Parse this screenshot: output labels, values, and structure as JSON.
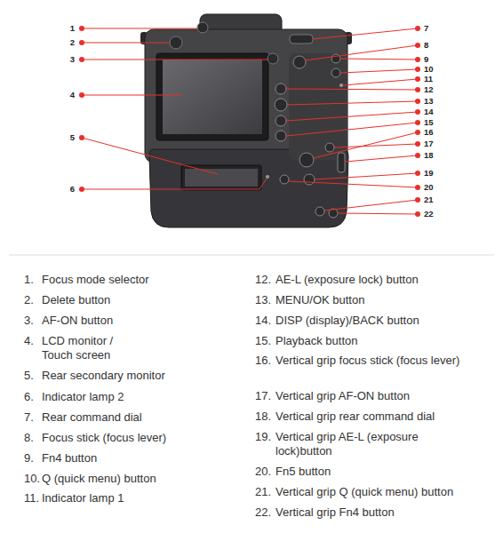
{
  "diagram": {
    "labels": [
      "1",
      "2",
      "3",
      "4",
      "5",
      "6",
      "7",
      "8",
      "9",
      "10",
      "11",
      "12",
      "13",
      "14",
      "15",
      "16",
      "17",
      "18",
      "19",
      "20",
      "21",
      "22",
      "1.",
      "Focus mode selector",
      "2.",
      "Delete button",
      "3.",
      "AF-ON button",
      "4.",
      "LCD monitor / Touch screen",
      "5.",
      "Rear secondary monitor",
      "6.",
      "Indicator lamp 2",
      "7.",
      "Rear command dial",
      "8.",
      "Focus stick (focus lever)",
      "9.",
      "Fn4 button",
      "10.",
      "Q (quick menu) button",
      "11.",
      "Indicator lamp 1",
      "12.",
      "AE-L (exposure lock) button",
      "13.",
      "MENU/OK button",
      "14.",
      "DISP (display)/BACK button",
      "15.",
      "Playback button",
      "16.",
      "Vertical grip focus stick (focus lever)",
      "17.",
      "Vertical grip AF-ON button",
      "18.",
      "Vertical grip rear command dial",
      "19.",
      "Vertical grip AE-L (exposure lock)button",
      "20.",
      "Fn5 button",
      "21.",
      "Vertical grip Q (quick menu) button",
      "22.",
      "Vertical grip Fn4 button"
    ]
  }
}
